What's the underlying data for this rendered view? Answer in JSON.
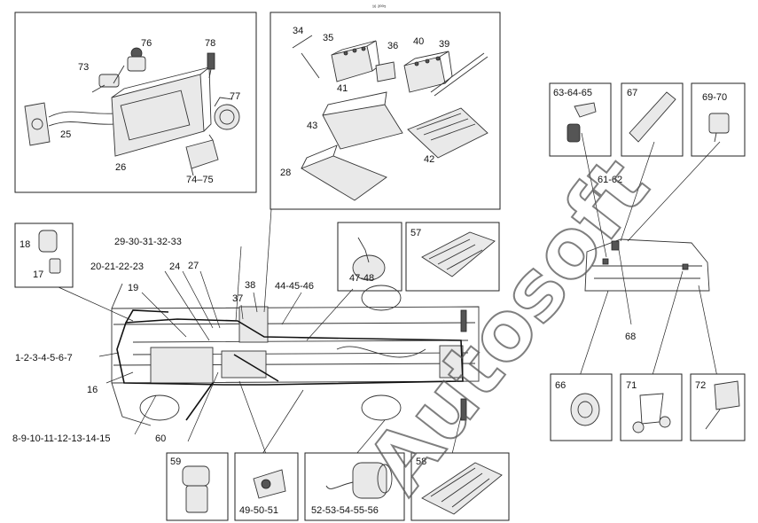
{
  "header_mark": "¹⁶ ²⁰⁰⁵",
  "watermark": "Autosoft",
  "callouts": {
    "c73": "73",
    "c76": "76",
    "c78": "78",
    "c77": "77",
    "c25": "25",
    "c26": "26",
    "c7475": "74–75",
    "c34": "34",
    "c35": "35",
    "c36": "36",
    "c40": "40",
    "c39": "39",
    "c41": "41",
    "c43": "43",
    "c42": "42",
    "c28": "28",
    "c636465": "63-64-65",
    "c67": "67",
    "c6970": "69-70",
    "c6162": "61-62",
    "c68": "68",
    "c66": "66",
    "c71": "71",
    "c72": "72",
    "c18": "18",
    "c17": "17",
    "c57": "57",
    "c4748": "47-48",
    "c2933": "29-30-31-32-33",
    "c2023": "20-21-22-23",
    "c24": "24",
    "c27": "27",
    "c19": "19",
    "c38": "38",
    "c37": "37",
    "c4446": "44-45-46",
    "c17group": "1-2-3-4-5-6-7",
    "c16": "16",
    "c8group": "8-9-10-11-12-13-14-15",
    "c60": "60",
    "c59": "59",
    "c495051": "49-50-51",
    "c5256": "52-53-54-55-56",
    "c58": "58"
  }
}
